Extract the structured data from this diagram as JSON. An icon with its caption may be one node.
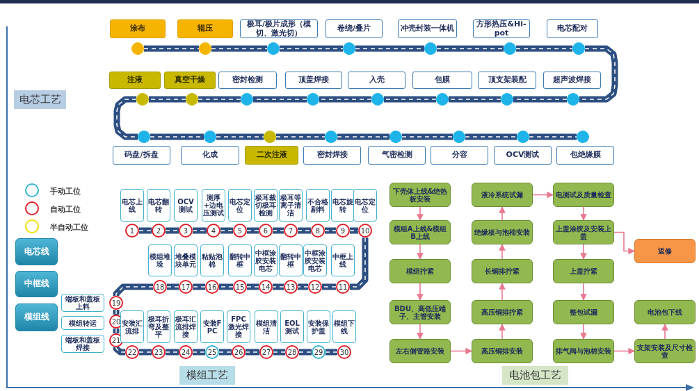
{
  "diagram": {
    "nodes": [
      {
        "text": [
          "涂布"
        ]
      },
      {
        "text": [
          "辊压"
        ]
      },
      {
        "text": [
          "极耳/极片成形（模切、激光切）"
        ]
      },
      {
        "text": [
          "卷绕/叠片"
        ]
      },
      {
        "text": [
          "冲壳封装一体机"
        ]
      },
      {
        "text": [
          "方形热压&Hi-pot"
        ]
      },
      {
        "text": [
          "电芯配对"
        ]
      },
      {
        "text": [],
        "shape": "circle"
      },
      {
        "text": [],
        "shape": "circle"
      },
      {
        "text": [],
        "shape": "circle"
      },
      {
        "text": [],
        "shape": "circle"
      },
      {
        "text": [],
        "shape": "circle"
      },
      {
        "text": [],
        "shape": "circle"
      },
      {
        "text": [],
        "shape": "circle"
      },
      {
        "text": [
          "注液"
        ]
      },
      {
        "text": [
          "真空干燥"
        ]
      },
      {
        "text": [
          "密封检测"
        ]
      },
      {
        "text": [
          "顶盖焊接"
        ]
      },
      {
        "text": [
          "入壳"
        ]
      },
      {
        "text": [
          "包膜"
        ]
      },
      {
        "text": [
          "顶支架装配"
        ]
      },
      {
        "text": [
          "超声波焊接"
        ]
      },
      {
        "text": [],
        "shape": "circle"
      },
      {
        "text": [],
        "shape": "circle"
      },
      {
        "text": [],
        "shape": "circle"
      },
      {
        "text": [],
        "shape": "circle"
      },
      {
        "text": [],
        "shape": "circle"
      },
      {
        "text": [],
        "shape": "circle"
      },
      {
        "text": [],
        "shape": "circle"
      },
      {
        "text": [],
        "shape": "circle"
      },
      {
        "text": [],
        "shape": "circle"
      },
      {
        "text": [],
        "shape": "circle"
      },
      {
        "text": [],
        "shape": "circle"
      },
      {
        "text": [],
        "shape": "circle"
      },
      {
        "text": [],
        "shape": "circle"
      },
      {
        "text": [],
        "shape": "circle"
      },
      {
        "text": [],
        "shape": "circle"
      },
      {
        "text": [],
        "shape": "circle"
      },
      {
        "text": [
          "码盘/拆盘"
        ]
      },
      {
        "text": [
          "化成"
        ]
      },
      {
        "text": [
          "二次注液"
        ]
      },
      {
        "text": [
          "密封焊接"
        ]
      },
      {
        "text": [
          "气密检测"
        ]
      },
      {
        "text": [
          "分容"
        ]
      },
      {
        "text": [
          "OCV测试"
        ]
      },
      {
        "text": [
          "包绝缘膜"
        ]
      },
      {
        "text": [
          "电芯线"
        ]
      },
      {
        "text": [
          "中框线"
        ]
      },
      {
        "text": [
          "模组线"
        ]
      },
      {
        "text": [
          "电芯上线"
        ]
      },
      {
        "text": [
          "电芯翻转"
        ]
      },
      {
        "text": [
          "OCV测试"
        ]
      },
      {
        "text": [
          "测厚+边电压测试"
        ]
      },
      {
        "text": [
          "电芯定位"
        ]
      },
      {
        "text": [
          "极耳裁切极耳检测"
        ]
      },
      {
        "text": [
          "极耳等离子清洁"
        ]
      },
      {
        "text": [
          "不合格剔料"
        ]
      },
      {
        "text": [
          "电芯旋转"
        ]
      },
      {
        "text": [
          "电芯定位"
        ]
      },
      {
        "text": [
          "1"
        ]
      },
      {
        "text": [
          "2"
        ]
      },
      {
        "text": [
          "3"
        ]
      },
      {
        "text": [
          "4"
        ]
      },
      {
        "text": [
          "5"
        ]
      },
      {
        "text": [
          "6"
        ]
      },
      {
        "text": [
          "7"
        ]
      },
      {
        "text": [
          "8"
        ]
      },
      {
        "text": [
          "9"
        ]
      },
      {
        "text": [
          "10"
        ]
      },
      {
        "text": [
          "模组堆垛"
        ]
      },
      {
        "text": [
          "堆叠模块单元"
        ]
      },
      {
        "text": [
          "粘贴泡棉"
        ]
      },
      {
        "text": [
          "翻转中框"
        ]
      },
      {
        "text": [
          "中框涂胶安装电芯"
        ]
      },
      {
        "text": [
          "翻转中框"
        ]
      },
      {
        "text": [
          "中框涂胶安装电芯"
        ]
      },
      {
        "text": [
          "中框上线"
        ]
      },
      {
        "text": [
          "18"
        ]
      },
      {
        "text": [
          "17"
        ]
      },
      {
        "text": [
          "16"
        ]
      },
      {
        "text": [
          "15"
        ]
      },
      {
        "text": [
          "14"
        ]
      },
      {
        "text": [
          "13"
        ]
      },
      {
        "text": [
          "12"
        ]
      },
      {
        "text": [
          "11"
        ]
      },
      {
        "text": [
          "端板和盖板上料"
        ]
      },
      {
        "text": [
          "模组转运"
        ]
      },
      {
        "text": [
          "端板和盖板焊接"
        ]
      },
      {
        "text": [
          "19"
        ]
      },
      {
        "text": [
          "20"
        ]
      },
      {
        "text": [
          "21"
        ]
      },
      {
        "text": [
          "安装汇流排"
        ]
      },
      {
        "text": [
          "极耳折弯及整平"
        ]
      },
      {
        "text": [
          "极耳汇流排焊接"
        ]
      },
      {
        "text": [
          "安装FPC"
        ]
      },
      {
        "text": [
          "FPC激光焊接"
        ]
      },
      {
        "text": [
          "模组清洁"
        ]
      },
      {
        "text": [
          "EOL测试"
        ]
      },
      {
        "text": [
          "安装保护盖"
        ]
      },
      {
        "text": [
          "模组下线"
        ]
      },
      {
        "text": [
          "22"
        ]
      },
      {
        "text": [
          "23"
        ]
      },
      {
        "text": [
          "24"
        ]
      },
      {
        "text": [
          "25"
        ]
      },
      {
        "text": [
          "26"
        ]
      },
      {
        "text": [
          "27"
        ]
      },
      {
        "text": [
          "28"
        ]
      },
      {
        "text": [
          "29"
        ]
      },
      {
        "text": [
          "30"
        ]
      },
      {
        "text": [
          "下壳体上线&绝热板安装"
        ]
      },
      {
        "text": [
          "液冷系统试漏"
        ]
      },
      {
        "text": [
          "电测试及质量检查"
        ]
      },
      {
        "text": [
          "模组A上线&模组B上线"
        ]
      },
      {
        "text": [
          "绝缘板与泡棉安装"
        ]
      },
      {
        "text": [
          "上盖涂胶及安装上盖"
        ]
      },
      {
        "text": [
          "返修"
        ]
      },
      {
        "text": [
          "模组拧紧"
        ]
      },
      {
        "text": [
          "长铜排拧紧"
        ]
      },
      {
        "text": [
          "上盖拧紧"
        ]
      },
      {
        "text": [
          "BDU、高低压端子、主管安装"
        ]
      },
      {
        "text": [
          "高压铜排拧紧"
        ]
      },
      {
        "text": [
          "整包试漏"
        ]
      },
      {
        "text": [
          "电池包下线"
        ]
      },
      {
        "text": [
          "左右侧管路安装"
        ]
      },
      {
        "text": [
          "高压铜排安装"
        ]
      },
      {
        "text": [
          "排气阀与泡棉安装"
        ]
      },
      {
        "text": [
          "支架安装及尺寸检查"
        ]
      }
    ],
    "edges": [
      {
        "from": 7,
        "to": 8,
        "arrow": "none"
      },
      {
        "from": 8,
        "to": 9,
        "arrow": "none"
      },
      {
        "from": 9,
        "to": 10,
        "arrow": "none"
      },
      {
        "from": 10,
        "to": 11,
        "arrow": "none"
      },
      {
        "from": 11,
        "to": 12,
        "arrow": "none"
      },
      {
        "from": 12,
        "to": 13,
        "arrow": "none"
      },
      {
        "from": 13,
        "to": 29,
        "arrow": "none"
      },
      {
        "from": 29,
        "to": 28,
        "arrow": "none"
      },
      {
        "from": 28,
        "to": 27,
        "arrow": "none"
      },
      {
        "from": 27,
        "to": 26,
        "arrow": "none"
      },
      {
        "from": 26,
        "to": 25,
        "arrow": "none"
      },
      {
        "from": 25,
        "to": 24,
        "arrow": "none"
      },
      {
        "from": 24,
        "to": 23,
        "arrow": "none"
      },
      {
        "from": 23,
        "to": 22,
        "arrow": "none"
      },
      {
        "from": 22,
        "to": 30,
        "arrow": "none"
      },
      {
        "from": 30,
        "to": 31,
        "arrow": "none"
      },
      {
        "from": 31,
        "to": 32,
        "arrow": "none"
      },
      {
        "from": 32,
        "to": 33,
        "arrow": "none"
      },
      {
        "from": 33,
        "to": 34,
        "arrow": "none"
      },
      {
        "from": 34,
        "to": 35,
        "arrow": "none"
      },
      {
        "from": 35,
        "to": 36,
        "arrow": "none"
      },
      {
        "from": 36,
        "to": 37,
        "arrow": "none"
      },
      {
        "from": 59,
        "to": 60,
        "arrow": "none"
      },
      {
        "from": 60,
        "to": 61,
        "arrow": "none"
      },
      {
        "from": 61,
        "to": 62,
        "arrow": "none"
      },
      {
        "from": 62,
        "to": 63,
        "arrow": "none"
      },
      {
        "from": 63,
        "to": 64,
        "arrow": "none"
      },
      {
        "from": 64,
        "to": 65,
        "arrow": "none"
      },
      {
        "from": 65,
        "to": 66,
        "arrow": "none"
      },
      {
        "from": 66,
        "to": 67,
        "arrow": "none"
      },
      {
        "from": 67,
        "to": 68,
        "arrow": "none"
      },
      {
        "from": 68,
        "to": 84,
        "arrow": "none"
      },
      {
        "from": 84,
        "to": 83,
        "arrow": "none"
      },
      {
        "from": 83,
        "to": 82,
        "arrow": "none"
      },
      {
        "from": 82,
        "to": 81,
        "arrow": "none"
      },
      {
        "from": 81,
        "to": 80,
        "arrow": "none"
      },
      {
        "from": 80,
        "to": 79,
        "arrow": "none"
      },
      {
        "from": 79,
        "to": 78,
        "arrow": "none"
      },
      {
        "from": 78,
        "to": 77,
        "arrow": "none"
      },
      {
        "from": 77,
        "to": 88,
        "arrow": "none"
      },
      {
        "from": 88,
        "to": 89,
        "arrow": "none"
      },
      {
        "from": 89,
        "to": 90,
        "arrow": "none"
      },
      {
        "from": 90,
        "to": 100,
        "arrow": "none"
      },
      {
        "from": 100,
        "to": 101,
        "arrow": "none"
      },
      {
        "from": 101,
        "to": 102,
        "arrow": "none"
      },
      {
        "from": 102,
        "to": 103,
        "arrow": "none"
      },
      {
        "from": 103,
        "to": 104,
        "arrow": "none"
      },
      {
        "from": 104,
        "to": 105,
        "arrow": "none"
      },
      {
        "from": 105,
        "to": 106,
        "arrow": "none"
      },
      {
        "from": 106,
        "to": 107,
        "arrow": "none"
      },
      {
        "from": 107,
        "to": 108,
        "arrow": "none"
      },
      {
        "from": 109,
        "to": 112,
        "arrow": "to",
        "color": "#e8798f"
      },
      {
        "from": 112,
        "to": 116,
        "arrow": "to",
        "color": "#e8798f"
      },
      {
        "from": 116,
        "to": 119,
        "arrow": "to",
        "color": "#e8798f"
      },
      {
        "from": 119,
        "to": 123,
        "arrow": "to",
        "color": "#e8798f"
      },
      {
        "from": 123,
        "to": 124,
        "arrow": "to",
        "color": "#e8798f"
      },
      {
        "from": 124,
        "to": 120,
        "arrow": "to",
        "color": "#e8798f"
      },
      {
        "from": 120,
        "to": 117,
        "arrow": "to",
        "color": "#e8798f"
      },
      {
        "from": 117,
        "to": 113,
        "arrow": "to",
        "color": "#e8798f"
      },
      {
        "from": 113,
        "to": 110,
        "arrow": "to",
        "color": "#e8798f"
      },
      {
        "from": 110,
        "to": 111,
        "arrow": "to",
        "color": "#e8798f"
      },
      {
        "from": 111,
        "to": 114,
        "arrow": "to",
        "color": "#e8798f"
      },
      {
        "from": 114,
        "to": 118,
        "arrow": "to",
        "color": "#e8798f"
      },
      {
        "from": 114,
        "to": 115,
        "arrow": "to",
        "color": "#e8798f"
      },
      {
        "from": 118,
        "to": 121,
        "arrow": "to",
        "color": "#e8798f"
      },
      {
        "from": 121,
        "to": 125,
        "arrow": "to",
        "color": "#e8798f"
      },
      {
        "from": 125,
        "to": 126,
        "arrow": "to",
        "color": "#e8798f"
      },
      {
        "from": 126,
        "to": 122,
        "arrow": "to",
        "color": "#e8798f"
      }
    ],
    "labels": [
      "电芯工艺",
      "模组工艺",
      "电池包工艺"
    ],
    "legend": [
      {
        "text": "手动工位"
      },
      {
        "text": "自动工位"
      },
      {
        "text": "半自动工位"
      }
    ]
  }
}
